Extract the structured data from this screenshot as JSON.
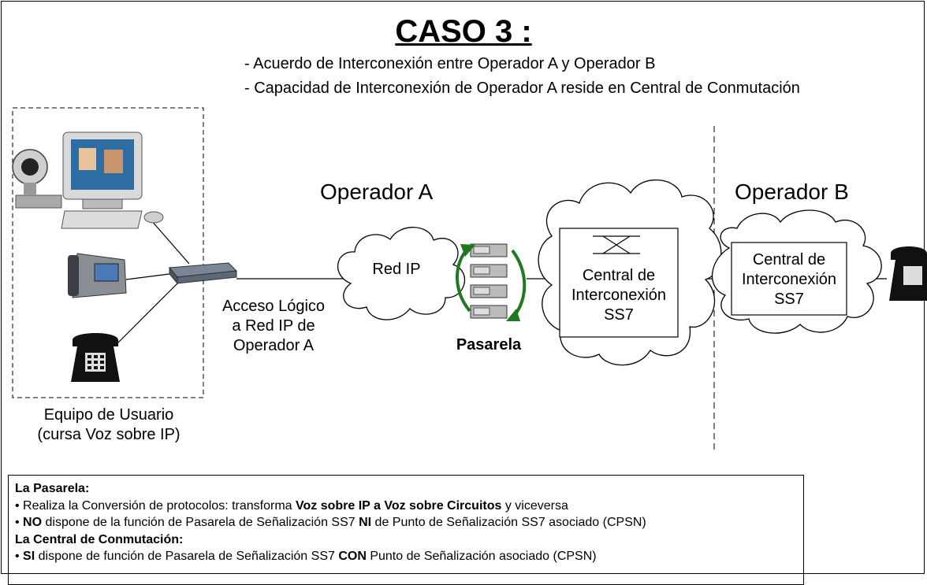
{
  "title": "CASO 3 :",
  "subtitle_lines": [
    "- Acuerdo de Interconexión entre Operador A y Operador B",
    "- Capacidad de Interconexión de Operador A reside en Central de Conmutación"
  ],
  "operators": {
    "a": "Operador A",
    "b": "Operador B"
  },
  "labels": {
    "user_line1": "Equipo de Usuario",
    "user_line2": "(cursa Voz sobre IP)",
    "access_line1": "Acceso Lógico",
    "access_line2": "a Red IP de",
    "access_line3": "Operador A",
    "red_ip": "Red IP",
    "pasarela": "Pasarela",
    "central_a_line1": "Central de",
    "central_a_line2": "Interconexión",
    "central_a_line3": "SS7",
    "central_b_line1": "Central de",
    "central_b_line2": "Interconexión",
    "central_b_line3": "SS7"
  },
  "notes": {
    "heading1": "La Pasarela:",
    "b1_pre": "Realiza la Conversión de protocolos: transforma ",
    "b1_bold": "Voz sobre IP a Voz sobre Circuitos",
    "b1_post": " y viceversa",
    "b2_bold1": "NO",
    "b2_mid1": " dispone de la función de Pasarela de Señalización SS7 ",
    "b2_bold2": "NI",
    "b2_post": " de Punto de Señalización SS7 asociado (CPSN)",
    "heading2": "La Central de Conmutación:",
    "b3_bold1": "SI",
    "b3_mid1": " dispone de función de Pasarela de Señalización SS7 ",
    "b3_bold2": "CON",
    "b3_post": " Punto de Señalización asociado (CPSN)"
  },
  "colors": {
    "arrow": "#1f7a1f",
    "line": "#000000"
  },
  "icons": [
    "computer-icon",
    "webcam-icon",
    "ip-phone-icon",
    "desk-phone-icon",
    "router-icon",
    "server-stack-icon",
    "switch-matrix-icon"
  ]
}
